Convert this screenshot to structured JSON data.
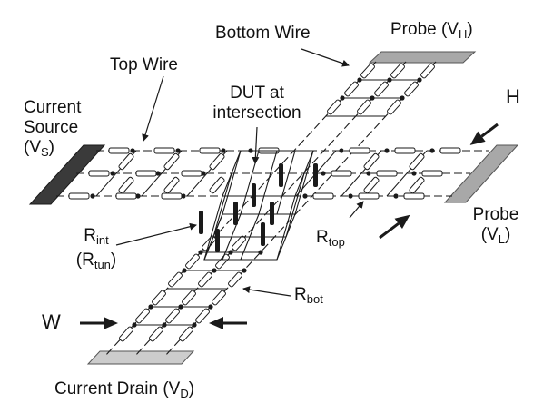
{
  "labels": {
    "bottom_wire": "Bottom Wire",
    "top_wire": "Top Wire",
    "dut_line1": "DUT at",
    "dut_line2": "intersection",
    "current_source_line1": "Current",
    "current_source_line2": "Source",
    "vs_main": "(V",
    "vs_sub": "S",
    "vs_close": ")",
    "probe_h_main": "Probe (V",
    "probe_h_sub": "H",
    "probe_h_close": ")",
    "h": "H",
    "probe_l_line1": "Probe",
    "vl_main": "(V",
    "vl_sub": "L",
    "vl_close": ")",
    "rint_main": "R",
    "rint_sub": "int",
    "rtun_main": "(R",
    "rtun_sub": "tun",
    "rtun_close": ")",
    "rtop_main": "R",
    "rtop_sub": "top",
    "rbot_main": "R",
    "rbot_sub": "bot",
    "w": "W",
    "current_drain_main": "Current Drain (V",
    "current_drain_sub": "D",
    "current_drain_close": ")"
  },
  "colors": {
    "ink": "#1a1a1a",
    "source_pad": "#3a3a3a",
    "probe_pad": "#a8a8a8",
    "drain_pad": "#cccccc"
  }
}
